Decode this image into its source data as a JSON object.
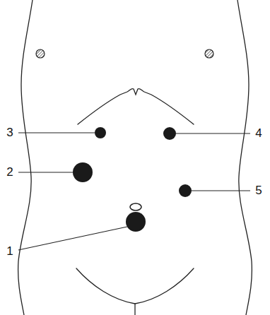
{
  "diagram": {
    "labels": [
      "3",
      "4",
      "2",
      "5",
      "1"
    ]
  }
}
